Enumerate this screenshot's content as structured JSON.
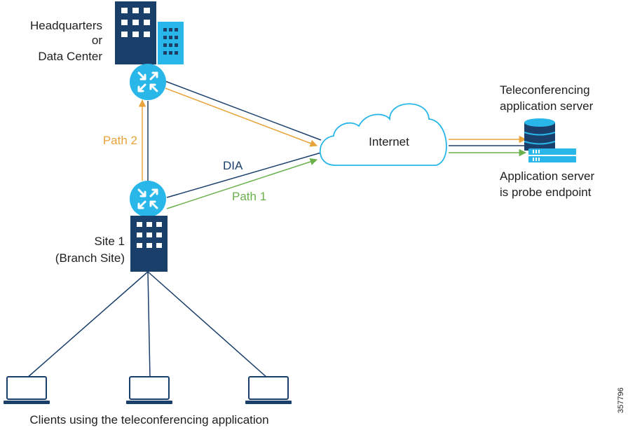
{
  "labels": {
    "headquarters": [
      "Headquarters",
      "or",
      "Data Center"
    ],
    "site": [
      "Site 1",
      "(Branch Site)"
    ],
    "internet": "Internet",
    "server_title": [
      "Teleconferencing",
      "application server"
    ],
    "probe": [
      "Application server",
      "is probe endpoint"
    ],
    "path1": "Path 1",
    "path2": "Path 2",
    "dia": "DIA",
    "clients": "Clients using the teleconferencing application",
    "figure_id": "357796"
  },
  "colors": {
    "navy": "#1b3f6b",
    "cyan": "#29b6e8",
    "orange": "#e8a33a",
    "green": "#6ab04c"
  },
  "icons": {
    "hq": "building-icon",
    "router": "router-icon",
    "cloud": "cloud-icon",
    "server": "database-server-icon",
    "laptop": "laptop-icon"
  }
}
